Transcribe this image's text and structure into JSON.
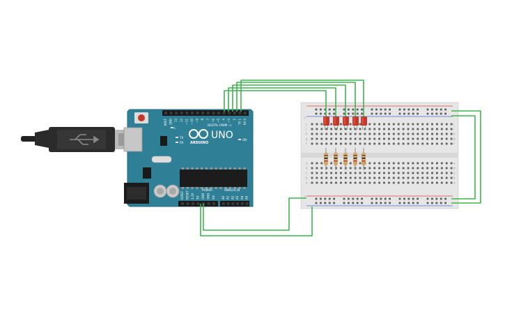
{
  "board": {
    "brand": "ARDUINO",
    "model": "UNO",
    "digital_header_label": "DIGITAL (PWM ~)",
    "power_label": "POWER",
    "analog_label": "ANALOG IN",
    "tx_label": "TX",
    "rx_label": "RX",
    "l_label": "L",
    "on_label": "ON",
    "digital_pins": [
      "AREF",
      "GND",
      "13",
      "12",
      "~11",
      "~10",
      "~9",
      "8",
      "7",
      "~6",
      "~5",
      "4",
      "~3",
      "2",
      "TX 1",
      "RX 0"
    ],
    "power_pins": [
      "IOREF",
      "RESET",
      "3.3V",
      "5V",
      "GND",
      "GND",
      "Vin"
    ],
    "analog_pins": [
      "A0",
      "A1",
      "A2",
      "A3",
      "A4",
      "A5"
    ]
  },
  "breadboard": {
    "row_letters_top": [
      "j",
      "i",
      "h",
      "g",
      "f"
    ],
    "row_letters_bottom": [
      "e",
      "d",
      "c",
      "b",
      "a"
    ],
    "rail_plus": "+",
    "rail_minus": "-"
  },
  "colors": {
    "board": "#2f7f96",
    "board_edge": "#1f6a80",
    "wire": "#3bb54a",
    "led": "#c0392b",
    "usb": "#2a2a2a",
    "breadboard": "#e6e6e6",
    "rail_red": "#d64541",
    "rail_blue": "#4a6cd4"
  },
  "leds": {
    "count": 5
  }
}
